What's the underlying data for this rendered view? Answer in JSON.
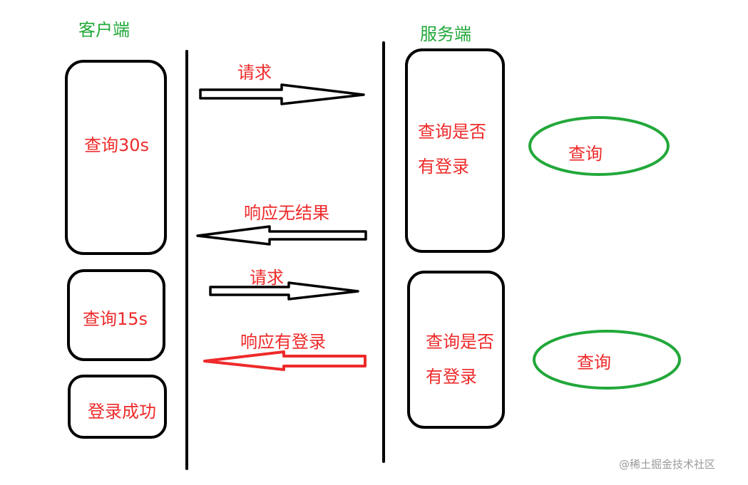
{
  "headers": {
    "client": "客户端",
    "server": "服务端"
  },
  "client_boxes": [
    {
      "label": "查询30s"
    },
    {
      "label": "查询15s"
    },
    {
      "label": "登录成功"
    }
  ],
  "server_boxes": [
    {
      "line1": "查询是否",
      "line2": "有登录"
    },
    {
      "line1": "查询是否",
      "line2": "有登录"
    }
  ],
  "ellipses": [
    {
      "label": "查询"
    },
    {
      "label": "查询"
    }
  ],
  "arrows": [
    {
      "label": "请求",
      "direction": "right",
      "color": "#000000"
    },
    {
      "label": "响应无结果",
      "direction": "left",
      "color": "#000000"
    },
    {
      "label": "请求",
      "direction": "right",
      "color": "#000000"
    },
    {
      "label": "响应有登录",
      "direction": "left",
      "color": "#ee2a2a"
    }
  ],
  "watermark": "@稀土掘金技术社区",
  "colors": {
    "header_text": "#22a83a",
    "body_text": "#ee2a2a",
    "ellipse_stroke": "#22a83a",
    "stroke": "#000000"
  }
}
